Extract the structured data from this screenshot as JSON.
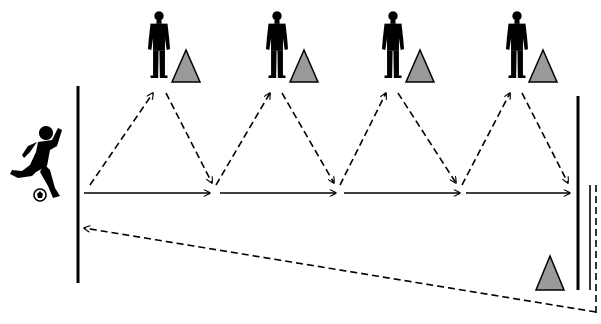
{
  "colors": {
    "background": "#ffffff",
    "ink": "#000000",
    "cone_fill": "#9a9a9a"
  },
  "players": {
    "icon": "standing-player-icon",
    "count": 4
  },
  "cones": {
    "icon": "cone-icon",
    "count": 5
  },
  "kicker": {
    "icon": "kicking-player-icon",
    "ball_icon": "soccer-ball-icon"
  },
  "lines": {
    "start_boundary": "solid-vertical-line",
    "end_boundary": "solid-vertical-line",
    "dribble_path": "solid-arrows",
    "pass_path": "dashed-arrows",
    "return_path": "dashed-return-arrow"
  }
}
